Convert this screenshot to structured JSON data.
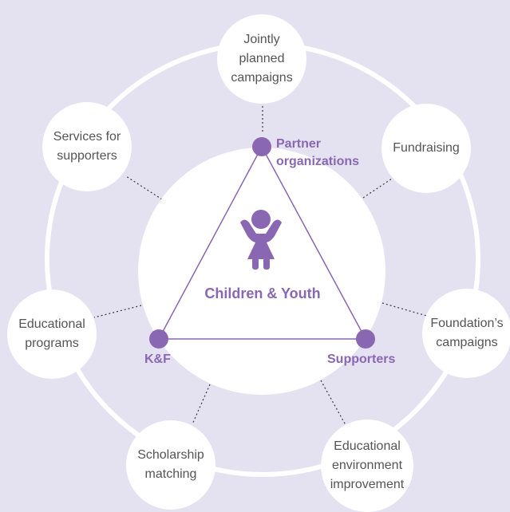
{
  "center": {
    "title": "Children & Youth"
  },
  "vertices": {
    "top": "Partner\norganizations",
    "left": "K&F",
    "right": "Supporters"
  },
  "nodes": {
    "jointly": "Jointly\nplanned\ncampaigns",
    "fundraising": "Fundraising",
    "foundation": "Foundation’s\ncampaigns",
    "environment": "Educational\nenvironment\nimprovement",
    "scholarship": "Scholarship\nmatching",
    "programs": "Educational\nprograms",
    "services": "Services for\nsupporters"
  },
  "colors": {
    "accent": "#8a67b3",
    "background": "#e4e1f1",
    "node": "#ffffff"
  },
  "icons": {
    "center": "child-icon"
  }
}
